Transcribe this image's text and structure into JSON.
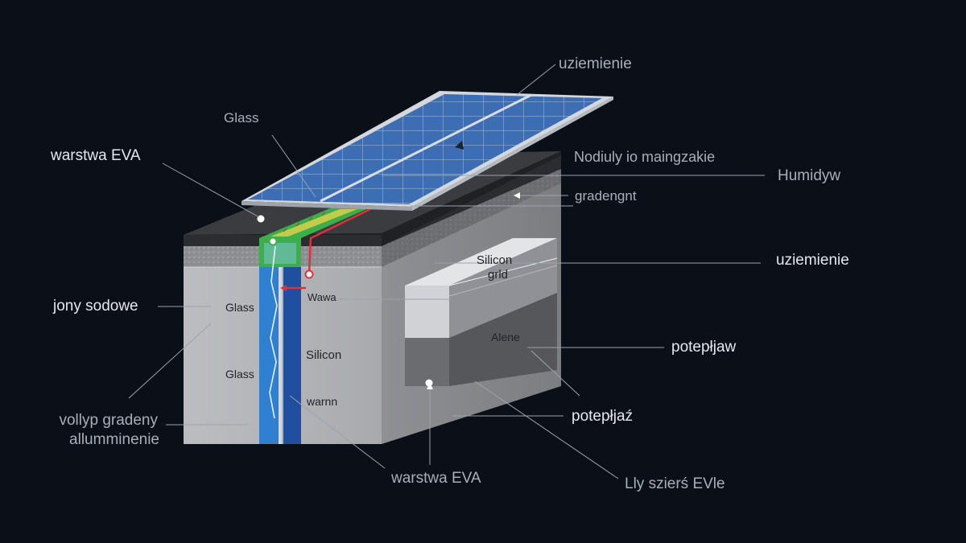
{
  "labels": {
    "uziemienie_top": "uziemienie",
    "glass_top": "Glass",
    "warstwa_eva_left": "warstwa EVA",
    "nodiuly": "Nodiuly io maingzakie",
    "humidyw": "Humidyw",
    "gradengnt": "gradengnt",
    "uziemienie_right": "uziemienie",
    "jony_sodowe": "jony sodowe",
    "potephaw": "potepłjaw",
    "potephaz": "potepłjaź",
    "vollyp_line1": "vollyp gradeny",
    "vollyp_line2": "allumminenie",
    "warstwa_eva_bottom": "warstwa EVA",
    "lly_szlers": "Lly szierś EVle",
    "glass_inner_1": "Glass",
    "glass_inner_2": "Glass",
    "wawa": "Wawa",
    "silicon_inner": "Silicon",
    "warnn": "warnn",
    "silicon_grid_line1": "Silicon",
    "silicon_grid_line2": "grld",
    "alene": "Alene"
  },
  "colors": {
    "background": "#0b0f17",
    "panel_blue": "#3f6fb5",
    "frame_silver": "#c9ced6",
    "green_strip": "#3cae4a",
    "yellow_strip": "#d8d14a",
    "blue_channel": "#2f7fd0",
    "red_wire": "#e0303a",
    "leader_line": "#9aa3ad"
  }
}
